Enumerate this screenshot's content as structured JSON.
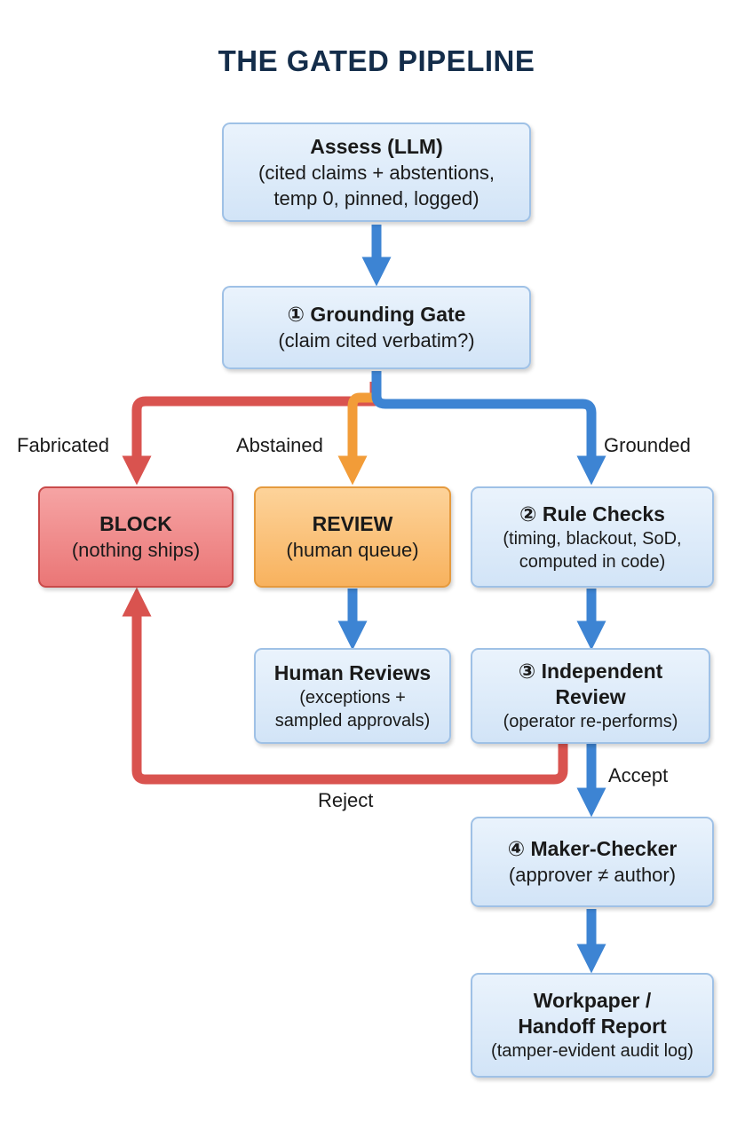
{
  "title": "THE GATED PIPELINE",
  "nodes": {
    "assess": {
      "title": "Assess (LLM)",
      "line1": "(cited claims + abstentions,",
      "line2": "temp 0, pinned, logged)"
    },
    "grounding": {
      "title": "① Grounding Gate",
      "line1": "(claim cited verbatim?)"
    },
    "block": {
      "title": "BLOCK",
      "line1": "(nothing ships)"
    },
    "review": {
      "title": "REVIEW",
      "line1": "(human queue)"
    },
    "rules": {
      "title": "② Rule Checks",
      "line1": "(timing, blackout, SoD,",
      "line2": "computed in code)"
    },
    "human": {
      "title": "Human Reviews",
      "line1": "(exceptions +",
      "line2": "sampled approvals)"
    },
    "independent": {
      "title1": "③ Independent",
      "title2": "Review",
      "line1": "(operator re-performs)"
    },
    "maker": {
      "title": "④ Maker-Checker",
      "line1": "(approver ≠ author)"
    },
    "workpaper": {
      "title1": "Workpaper /",
      "title2": "Handoff Report",
      "line1": "(tamper-evident audit log)"
    }
  },
  "edge_labels": {
    "fabricated": "Fabricated",
    "abstained": "Abstained",
    "grounded": "Grounded",
    "accept": "Accept",
    "reject": "Reject"
  },
  "colors": {
    "blue_arrow": "#3d84d3",
    "red_arrow": "#d9534f",
    "orange_arrow": "#f29c38",
    "title": "#142d4a"
  }
}
